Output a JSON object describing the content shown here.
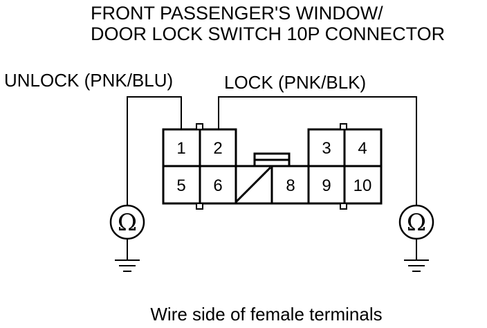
{
  "title": {
    "line1": "FRONT PASSENGER'S WINDOW/",
    "line2": "DOOR LOCK SWITCH 10P CONNECTOR"
  },
  "labels": {
    "unlock": "UNLOCK (PNK/BLU)",
    "lock": "LOCK (PNK/BLK)"
  },
  "connector": {
    "pins": [
      "1",
      "2",
      "3",
      "4",
      "5",
      "6",
      "8",
      "9",
      "10"
    ]
  },
  "meters": {
    "left_symbol": "Ω",
    "right_symbol": "Ω"
  },
  "caption": "Wire side of female terminals"
}
